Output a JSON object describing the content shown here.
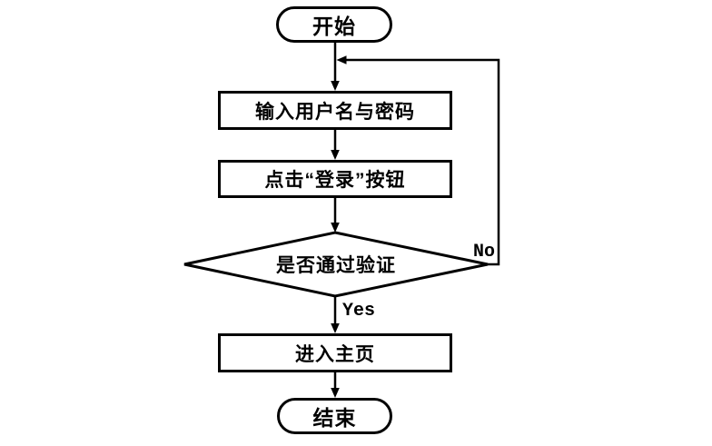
{
  "flowchart": {
    "type": "flowchart",
    "description": "login process flow diagram",
    "nodes": {
      "start": {
        "label": "开始",
        "shape": "terminator"
      },
      "input": {
        "label": "输入用户名与密码",
        "shape": "process"
      },
      "click": {
        "label": "点击“登录”按钮",
        "shape": "process"
      },
      "verify": {
        "label": "是否通过验证",
        "shape": "decision"
      },
      "home": {
        "label": "进入主页",
        "shape": "process"
      },
      "end": {
        "label": "结束",
        "shape": "terminator"
      }
    },
    "edge_labels": {
      "yes": "Yes",
      "no": "No"
    },
    "colors": {
      "stroke": "#000000",
      "fill": "#ffffff",
      "background": "#ffffff"
    }
  }
}
